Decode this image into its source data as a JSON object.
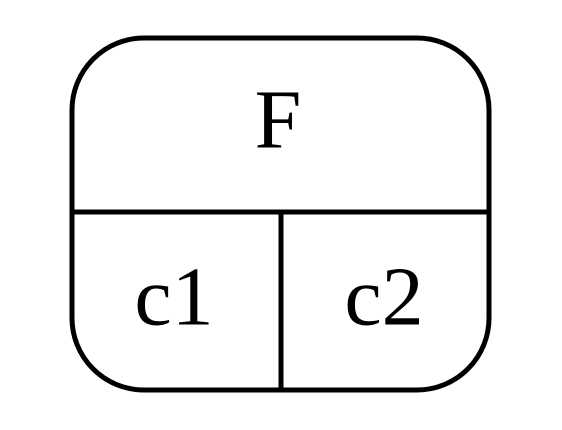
{
  "node": {
    "title": "F",
    "fields": [
      "c1",
      "c2"
    ]
  },
  "colors": {
    "stroke": "#000000",
    "fill": "#ffffff",
    "text": "#000000"
  }
}
